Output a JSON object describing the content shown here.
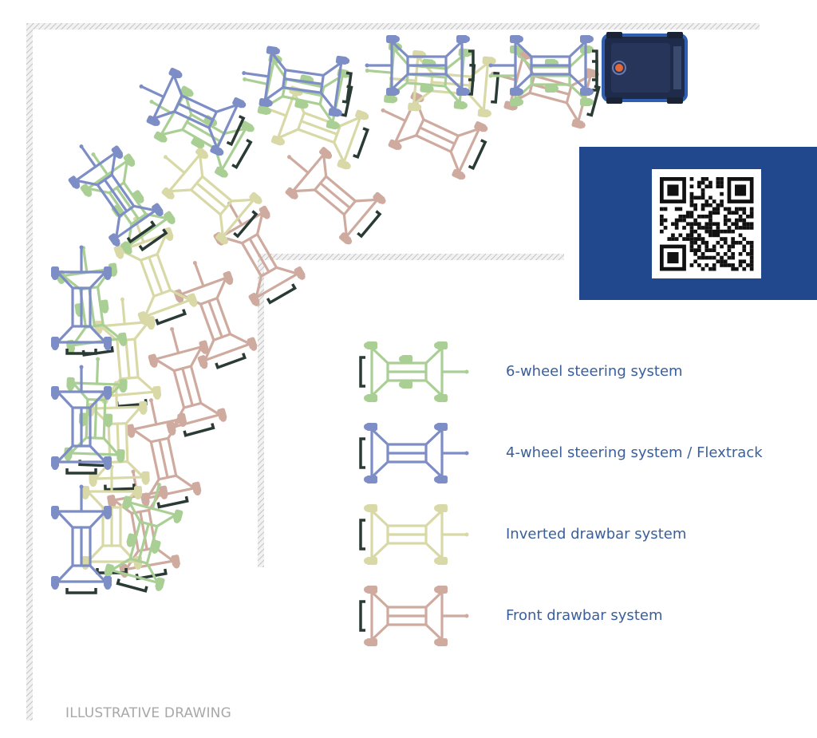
{
  "legend": [
    {
      "label": "6-wheel steering system",
      "color": "#a9cf94",
      "wheels": 6
    },
    {
      "label": "4-wheel steering system / Flextrack",
      "color": "#7d8dc6",
      "wheels": 4
    },
    {
      "label": "Inverted drawbar system",
      "color": "#d8d9a6",
      "wheels": 4
    },
    {
      "label": "Front drawbar system",
      "color": "#cfaa9f",
      "wheels": 4
    }
  ],
  "caption": "ILLUSTRATIVE DRAWING",
  "colors": {
    "wall_hatch": "#bdbdbd",
    "panel": "#21488c",
    "tractor_body": "#1f2b4a",
    "tractor_trim": "#2f5fae",
    "tow_loop": "#2a3a34",
    "label_text": "#3a5f9a"
  },
  "icons": {
    "tractor": "tow-tractor-icon",
    "qr": "qr-code-icon"
  }
}
